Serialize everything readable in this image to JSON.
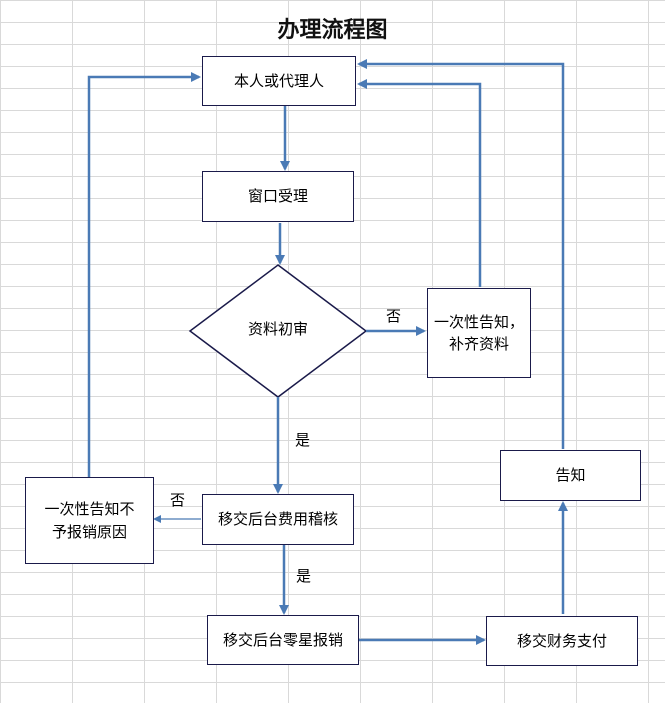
{
  "title": "办理流程图",
  "nodes": {
    "applicant": "本人或代理人",
    "window": "窗口受理",
    "review": "资料初审",
    "notify_supplement": "一次性告知，\n补齐资料",
    "transfer_review": "移交后台费用稽核",
    "notify_reject": "一次性告知不\n予报销原因",
    "transfer_reimburse": "移交后台零星报销",
    "finance_pay": "移交财务支付",
    "notify": "告知"
  },
  "labels": {
    "review_no": "否",
    "review_yes": "是",
    "audit_no": "否",
    "audit_yes": "是"
  },
  "colors": {
    "arrow": "#4a7ab5",
    "border": "#1a1a4a"
  }
}
